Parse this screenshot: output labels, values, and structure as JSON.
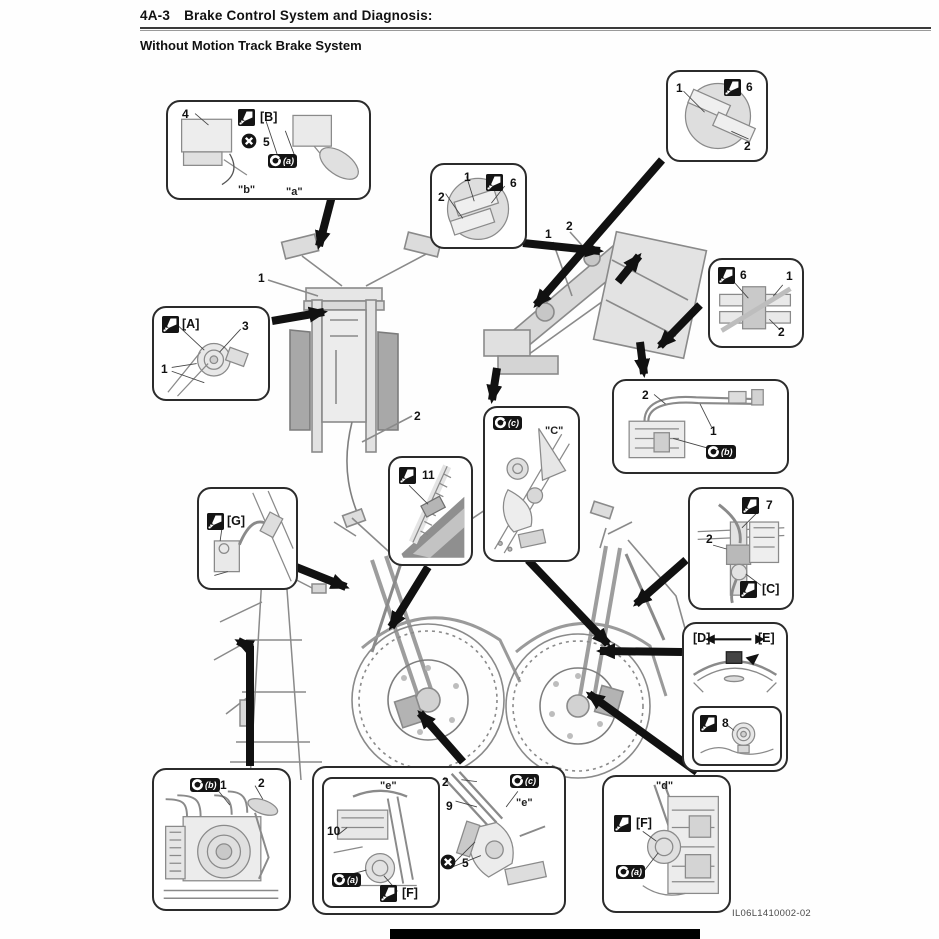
{
  "page": {
    "section_number": "4A-3",
    "section_title": "Brake Control System and Diagnosis:",
    "subtitle": "Without Motion Track Brake System",
    "figure_code": "IL06L1410002-02"
  },
  "icons": {
    "apply_fluid": "brush-icon",
    "torque": "wrench-icon",
    "do_not_reuse": "crossed-circle-icon",
    "direction": "double-arrow-icon"
  },
  "callouts": {
    "detail_b": {
      "part_4": "4",
      "apply_ref": "[B]",
      "do_not_reuse": "5",
      "torque_ref": "(a)",
      "angle_b": "\"b\"",
      "angle_a": "\"a\""
    },
    "detail_a": {
      "apply_ref": "[A]",
      "part_3": "3",
      "part_1": "1"
    },
    "detail_top_right": {
      "part_1": "1",
      "apply_6": "6",
      "part_2": "2"
    },
    "detail_mid_top": {
      "part_1": "1",
      "part_2": "2",
      "apply_6": "6"
    },
    "detail_right_mid": {
      "apply_6": "6",
      "part_1": "1",
      "part_2": "2"
    },
    "detail_hose": {
      "part_2": "2",
      "part_1": "1",
      "torque_ref": "(b)"
    },
    "detail_caliper_c": {
      "torque_ref": "(c)",
      "view_c": "\"C\""
    },
    "detail_clamp": {
      "apply_11": "11"
    },
    "detail_g": {
      "apply_ref": "[G]"
    },
    "detail_c7": {
      "apply_7": "7",
      "part_2": "2",
      "apply_ref": "[C]"
    },
    "detail_de": {
      "ref_d": "[D]",
      "ref_e": "[E]",
      "apply_8": "8"
    },
    "detail_abs": {
      "torque_ref": "(b)",
      "part_1": "1",
      "part_2": "2"
    },
    "detail_caliper_front": {
      "view_e_inner": "\"e\"",
      "part_10": "10",
      "torque_a": "(a)",
      "apply_ref_f": "[F]",
      "part_2": "2",
      "part_9": "9",
      "torque_c": "(c)",
      "view_e": "\"e\"",
      "do_not_reuse": "5"
    },
    "detail_axle": {
      "view_d": "\"d\"",
      "apply_ref_f": "[F]",
      "torque_a": "(a)"
    }
  },
  "diagram_labels": {
    "handlebar_part_1": "1",
    "handlebar_part_2": "2",
    "frame_part_1": "1",
    "frame_part_2": "2"
  }
}
